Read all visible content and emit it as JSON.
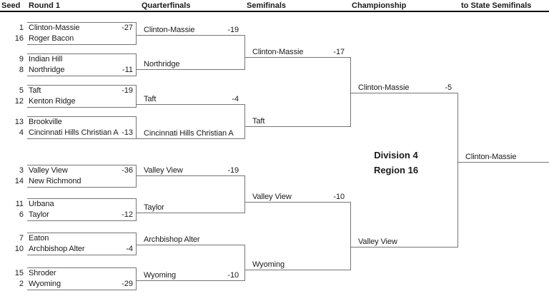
{
  "header": {
    "columns": [
      {
        "label": "Seed"
      },
      {
        "label": "Round 1"
      },
      {
        "label": "Quarterfinals"
      },
      {
        "label": "Semifinals"
      },
      {
        "label": "Championship"
      },
      {
        "label": "to State Semifinals"
      }
    ]
  },
  "title": {
    "line1": "Division 4",
    "line2": "Region 16"
  },
  "bracket": {
    "round1": [
      {
        "top": {
          "seed": "1",
          "team": "Clinton-Massie",
          "score": "-27"
        },
        "bottom": {
          "seed": "16",
          "team": "Roger Bacon",
          "score": ""
        }
      },
      {
        "top": {
          "seed": "9",
          "team": "Indian Hill",
          "score": ""
        },
        "bottom": {
          "seed": "8",
          "team": "Northridge",
          "score": "-11"
        }
      },
      {
        "top": {
          "seed": "5",
          "team": "Taft",
          "score": "-19"
        },
        "bottom": {
          "seed": "12",
          "team": "Kenton Ridge",
          "score": ""
        }
      },
      {
        "top": {
          "seed": "13",
          "team": "Brookville",
          "score": ""
        },
        "bottom": {
          "seed": "4",
          "team": "Cincinnati Hills Christian A",
          "score": "-13"
        }
      },
      {
        "top": {
          "seed": "3",
          "team": "Valley View",
          "score": "-36"
        },
        "bottom": {
          "seed": "14",
          "team": "New Richmond",
          "score": ""
        }
      },
      {
        "top": {
          "seed": "11",
          "team": "Urbana",
          "score": ""
        },
        "bottom": {
          "seed": "6",
          "team": "Taylor",
          "score": "-12"
        }
      },
      {
        "top": {
          "seed": "7",
          "team": "Eaton",
          "score": ""
        },
        "bottom": {
          "seed": "10",
          "team": "Archbishop Alter",
          "score": "-4"
        }
      },
      {
        "top": {
          "seed": "15",
          "team": "Shroder",
          "score": ""
        },
        "bottom": {
          "seed": "2",
          "team": "Wyoming",
          "score": "-29"
        }
      }
    ],
    "quarterfinals": [
      {
        "team": "Clinton-Massie",
        "score": "-19"
      },
      {
        "team": "Northridge",
        "score": ""
      },
      {
        "team": "Taft",
        "score": "-4"
      },
      {
        "team": "Cincinnati Hills Christian A",
        "score": ""
      },
      {
        "team": "Valley View",
        "score": "-19"
      },
      {
        "team": "Taylor",
        "score": ""
      },
      {
        "team": "Archbishop Alter",
        "score": ""
      },
      {
        "team": "Wyoming",
        "score": "-10"
      }
    ],
    "semifinals": [
      {
        "team": "Clinton-Massie",
        "score": "-17"
      },
      {
        "team": "Taft",
        "score": ""
      },
      {
        "team": "Valley View",
        "score": "-10"
      },
      {
        "team": "Wyoming",
        "score": ""
      }
    ],
    "championship": [
      {
        "team": "Clinton-Massie",
        "score": "-5"
      },
      {
        "team": "Valley View",
        "score": ""
      }
    ],
    "champion": {
      "team": "Clinton-Massie",
      "score": ""
    }
  }
}
